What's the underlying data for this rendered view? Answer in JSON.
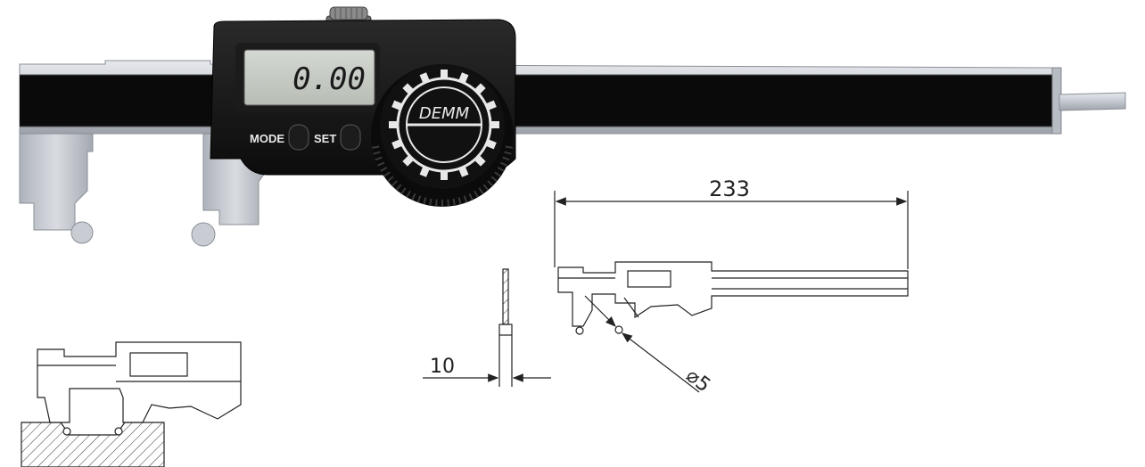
{
  "caliper": {
    "display_value": "0.00",
    "mode_label": "MODE",
    "set_label": "SET",
    "logo_text": "DEMM"
  },
  "dimensions": {
    "overall_length": "233",
    "tip_thickness": "10",
    "ball_diameter": "⌀5"
  }
}
